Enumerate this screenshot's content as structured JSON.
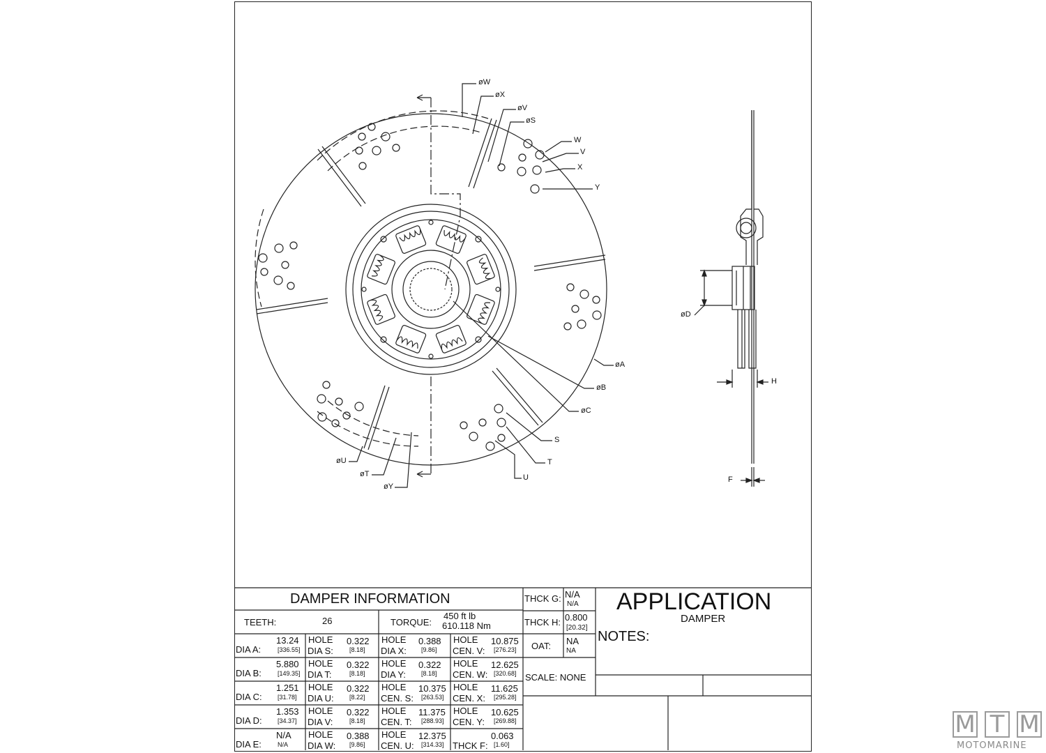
{
  "drawing": {
    "callouts": {
      "dW": "øW",
      "dX": "øX",
      "dV": "øV",
      "dS": "øS",
      "W": "W",
      "V": "V",
      "X": "X",
      "Y": "Y",
      "dA": "øA",
      "dB": "øB",
      "dC": "øC",
      "S": "S",
      "T": "T",
      "U": "U",
      "dU": "øU",
      "dT": "øT",
      "dY": "øY",
      "dD": "øD",
      "H": "H",
      "F": "F"
    }
  },
  "title_block": {
    "damper_info_title": "DAMPER INFORMATION",
    "teeth_label": "TEETH:",
    "teeth_value": "26",
    "torque_label": "TORQUE:",
    "torque_ftlb": "450 ft lb",
    "torque_nm": "610.118 Nm",
    "thck_g_label": "THCK G:",
    "thck_g_value": "N/A",
    "thck_g_metric": "N/A",
    "thck_h_label": "THCK H:",
    "thck_h_value": "0.800",
    "thck_h_metric": "[20.32]",
    "oat_label": "OAT:",
    "oat_value": "NA",
    "oat_metric": "NA",
    "scale_label": "SCALE: NONE",
    "application_title": "APPLICATION",
    "application_value": "DAMPER",
    "notes_label": "NOTES:",
    "rows": [
      {
        "c1": {
          "label": "DIA A:",
          "value": "13.24",
          "metric": "[336.55]"
        },
        "c2": {
          "top": "HOLE",
          "label": "DIA S:",
          "value": "0.322",
          "metric": "[8.18]"
        },
        "c3": {
          "top": "HOLE",
          "label": "DIA X:",
          "value": "0.388",
          "metric": "[9.86]"
        },
        "c4": {
          "top": "HOLE",
          "label": "CEN. V:",
          "value": "10.875",
          "metric": "[276.23]"
        }
      },
      {
        "c1": {
          "label": "DIA B:",
          "value": "5.880",
          "metric": "[149.35]"
        },
        "c2": {
          "top": "HOLE",
          "label": "DIA T:",
          "value": "0.322",
          "metric": "[8.18]"
        },
        "c3": {
          "top": "HOLE",
          "label": "DIA Y:",
          "value": "0.322",
          "metric": "[8.18]"
        },
        "c4": {
          "top": "HOLE",
          "label": "CEN. W:",
          "value": "12.625",
          "metric": "[320.68]"
        }
      },
      {
        "c1": {
          "label": "DIA C:",
          "value": "1.251",
          "metric": "[31.78]"
        },
        "c2": {
          "top": "HOLE",
          "label": "DIA U:",
          "value": "0.322",
          "metric": "[8.22]"
        },
        "c3": {
          "top": "HOLE",
          "label": "CEN. S:",
          "value": "10.375",
          "metric": "[263.53]"
        },
        "c4": {
          "top": "HOLE",
          "label": "CEN. X:",
          "value": "11.625",
          "metric": "[295.28]"
        }
      },
      {
        "c1": {
          "label": "DIA D:",
          "value": "1.353",
          "metric": "[34.37]"
        },
        "c2": {
          "top": "HOLE",
          "label": "DIA V:",
          "value": "0.322",
          "metric": "[8.18]"
        },
        "c3": {
          "top": "HOLE",
          "label": "CEN. T:",
          "value": "11.375",
          "metric": "[288.93]"
        },
        "c4": {
          "top": "HOLE",
          "label": "CEN. Y:",
          "value": "10.625",
          "metric": "[269.88]"
        }
      },
      {
        "c1": {
          "label": "DIA E:",
          "value": "N/A",
          "metric": "N/A"
        },
        "c2": {
          "top": "HOLE",
          "label": "DIA W:",
          "value": "0.388",
          "metric": "[9.86]"
        },
        "c3": {
          "top": "HOLE",
          "label": "CEN. U:",
          "value": "12.375",
          "metric": "[314.33]"
        },
        "c4": {
          "top": "",
          "label": "THCK F:",
          "value": "0.063",
          "metric": "[1.60]"
        }
      }
    ]
  },
  "logo": {
    "letters": [
      "M",
      "T",
      "M"
    ],
    "word": "MOTOMARINE"
  }
}
